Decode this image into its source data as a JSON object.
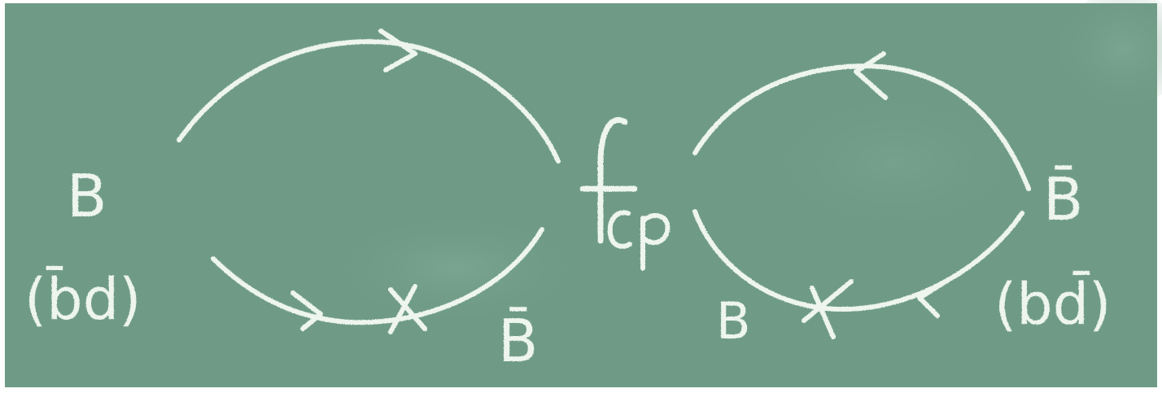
{
  "colors": {
    "board": "#6f9b86",
    "board_dark": "#5f8a76",
    "board_light": "#8ab3a0",
    "chalk": "#eef5ef",
    "frame": "#ffffff"
  },
  "left_diagram": {
    "initial_state": "B",
    "initial_quarks": "(b̄d)",
    "final_state": "B̄"
  },
  "center_label": {
    "main": "f",
    "subscript": "CP"
  },
  "right_diagram": {
    "initial_state": "B̄",
    "initial_quarks": "(bd̄)",
    "final_state": "B"
  }
}
